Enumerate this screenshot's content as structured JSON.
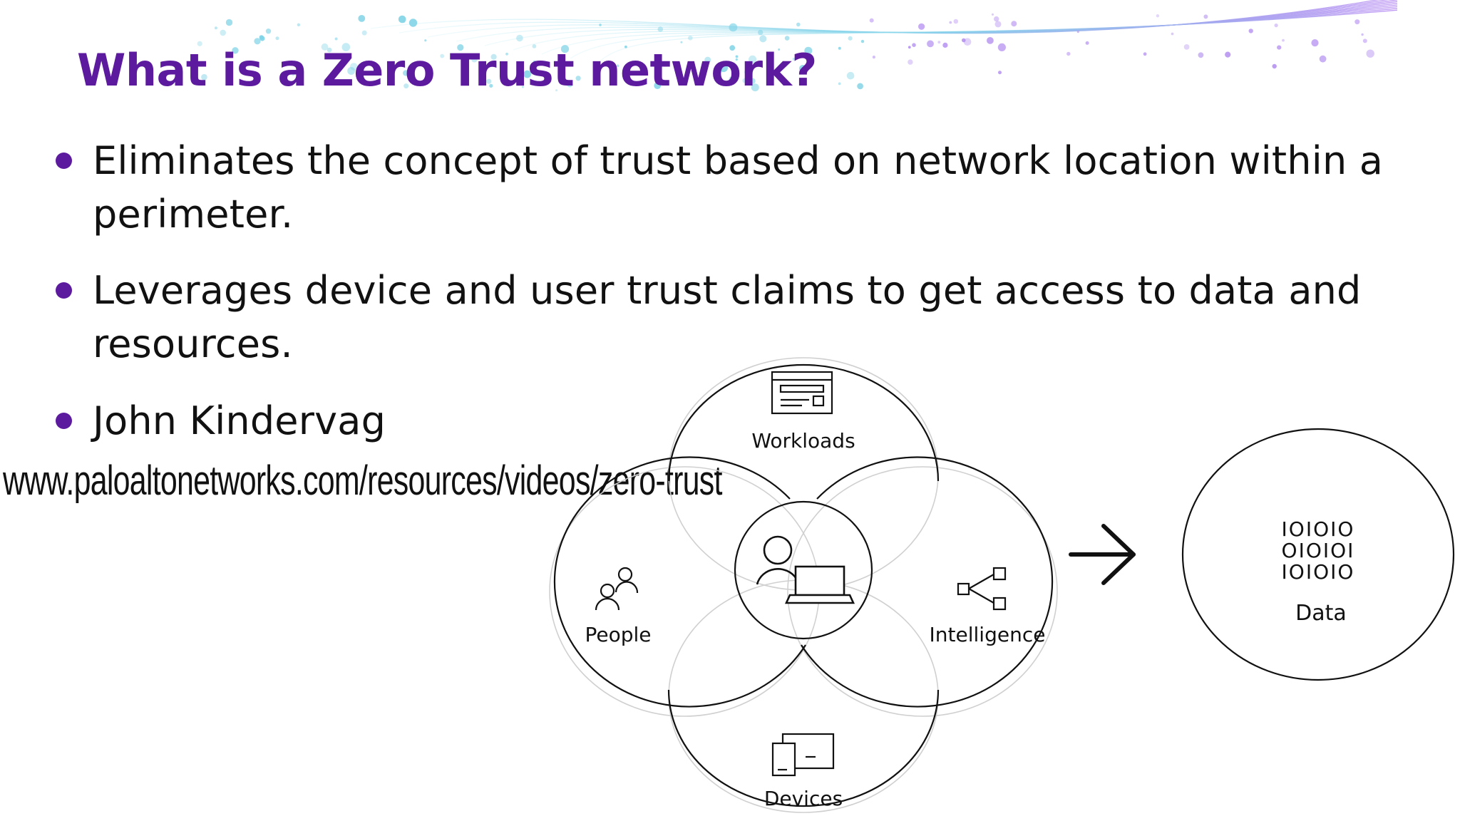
{
  "slide": {
    "title": "What is a Zero Trust network?",
    "bullets": [
      "Eliminates the concept of trust based on network location within a perimeter.",
      "Leverages device and user trust claims to get access to data and resources.",
      "John Kindervag"
    ],
    "source_url": "www.paloaltonetworks.com/resources/videos/zero-trust"
  },
  "diagram": {
    "circles": {
      "top": "Workloads",
      "left": "People",
      "right": "Intelligence",
      "bottom": "Devices",
      "center": "user-laptop-icon"
    },
    "target": {
      "label": "Data",
      "binary_rows": [
        "IOIOIO",
        "OIOIOI",
        "IOIOIO"
      ]
    },
    "icons": [
      "workloads-icon",
      "people-icon",
      "intelligence-icon",
      "devices-icon",
      "user-laptop-icon",
      "arrow-right-icon"
    ]
  },
  "colors": {
    "title": "#5c1a9e",
    "bullet_dot": "#5c1a9e",
    "text": "#111111",
    "decor_blue": "#7fd3e6",
    "decor_purple": "#b38ef0"
  }
}
